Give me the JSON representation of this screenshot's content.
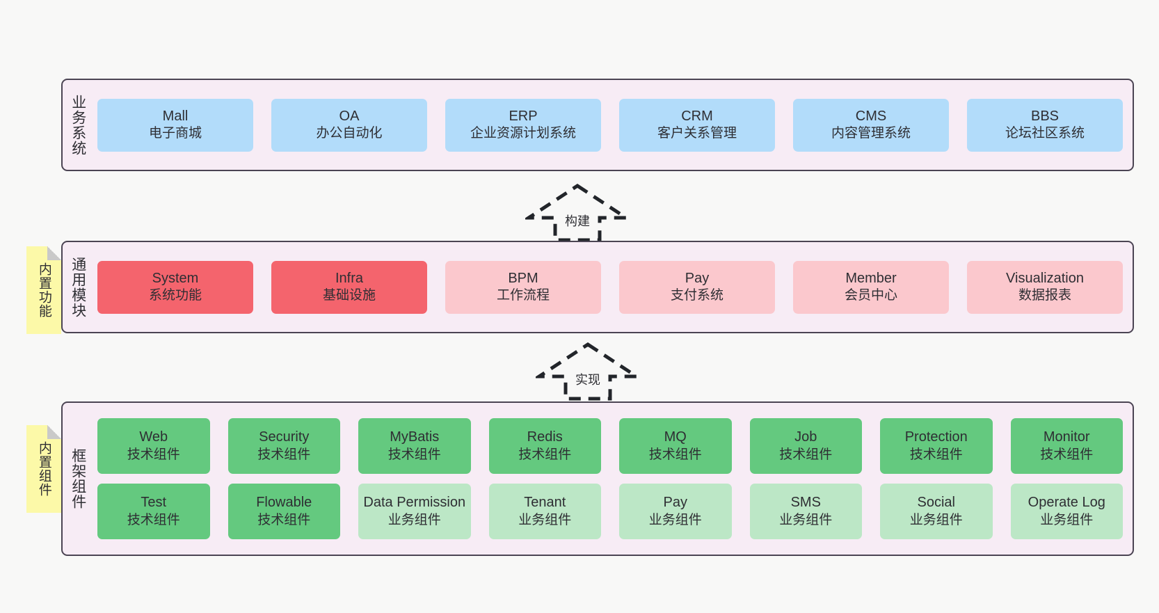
{
  "layers": [
    {
      "id": "business",
      "title": "业务系统",
      "rows": [
        {
          "style": "c-blue",
          "cards": [
            {
              "name": "Mall",
              "desc": "电子商城"
            },
            {
              "name": "OA",
              "desc": "办公自动化"
            },
            {
              "name": "ERP",
              "desc": "企业资源计划系统"
            },
            {
              "name": "CRM",
              "desc": "客户关系管理"
            },
            {
              "name": "CMS",
              "desc": "内容管理系统"
            },
            {
              "name": "BBS",
              "desc": "论坛社区系统"
            }
          ]
        }
      ]
    },
    {
      "id": "common",
      "title": "通用模块",
      "rows": [
        {
          "cards": [
            {
              "name": "System",
              "desc": "系统功能",
              "style": "c-red"
            },
            {
              "name": "Infra",
              "desc": "基础设施",
              "style": "c-red"
            },
            {
              "name": "BPM",
              "desc": "工作流程",
              "style": "c-pink"
            },
            {
              "name": "Pay",
              "desc": "支付系统",
              "style": "c-pink"
            },
            {
              "name": "Member",
              "desc": "会员中心",
              "style": "c-pink"
            },
            {
              "name": "Visualization",
              "desc": "数据报表",
              "style": "c-pink"
            }
          ]
        }
      ]
    },
    {
      "id": "framework",
      "title": "框架组件",
      "rows": [
        {
          "style": "c-green",
          "cards": [
            {
              "name": "Web",
              "desc": "技术组件"
            },
            {
              "name": "Security",
              "desc": "技术组件"
            },
            {
              "name": "MyBatis",
              "desc": "技术组件"
            },
            {
              "name": "Redis",
              "desc": "技术组件"
            },
            {
              "name": "MQ",
              "desc": "技术组件"
            },
            {
              "name": "Job",
              "desc": "技术组件"
            },
            {
              "name": "Protection",
              "desc": "技术组件"
            },
            {
              "name": "Monitor",
              "desc": "技术组件"
            }
          ]
        },
        {
          "cards": [
            {
              "name": "Test",
              "desc": "技术组件",
              "style": "c-green"
            },
            {
              "name": "Flowable",
              "desc": "技术组件",
              "style": "c-green"
            },
            {
              "name": "Data Permission",
              "desc": "业务组件",
              "style": "c-green-light"
            },
            {
              "name": "Tenant",
              "desc": "业务组件",
              "style": "c-green-light"
            },
            {
              "name": "Pay",
              "desc": "业务组件",
              "style": "c-green-light"
            },
            {
              "name": "SMS",
              "desc": "业务组件",
              "style": "c-green-light"
            },
            {
              "name": "Social",
              "desc": "业务组件",
              "style": "c-green-light"
            },
            {
              "name": "Operate Log",
              "desc": "业务组件",
              "style": "c-green-light"
            }
          ]
        }
      ]
    }
  ],
  "stickies": [
    {
      "id": "builtin-feature",
      "label": "内置功能"
    },
    {
      "id": "builtin-component",
      "label": "内置组件"
    }
  ],
  "arrows": [
    {
      "id": "build",
      "label": "构建"
    },
    {
      "id": "realize",
      "label": "实现"
    }
  ],
  "colors": {
    "canvas": "#f8f8f7",
    "panel_bg": "#f7ecf5",
    "panel_border": "#4b4453",
    "blue": "#b2dcfa",
    "red": "#f4646d",
    "pink": "#fbc8cd",
    "green": "#64c97f",
    "green_light": "#bce7c6",
    "sticky_yellow": "#fcf9a8",
    "sticky_fold": "#c9c9c9",
    "arrow_dash": "#22252a",
    "text": "#2e2e33"
  }
}
